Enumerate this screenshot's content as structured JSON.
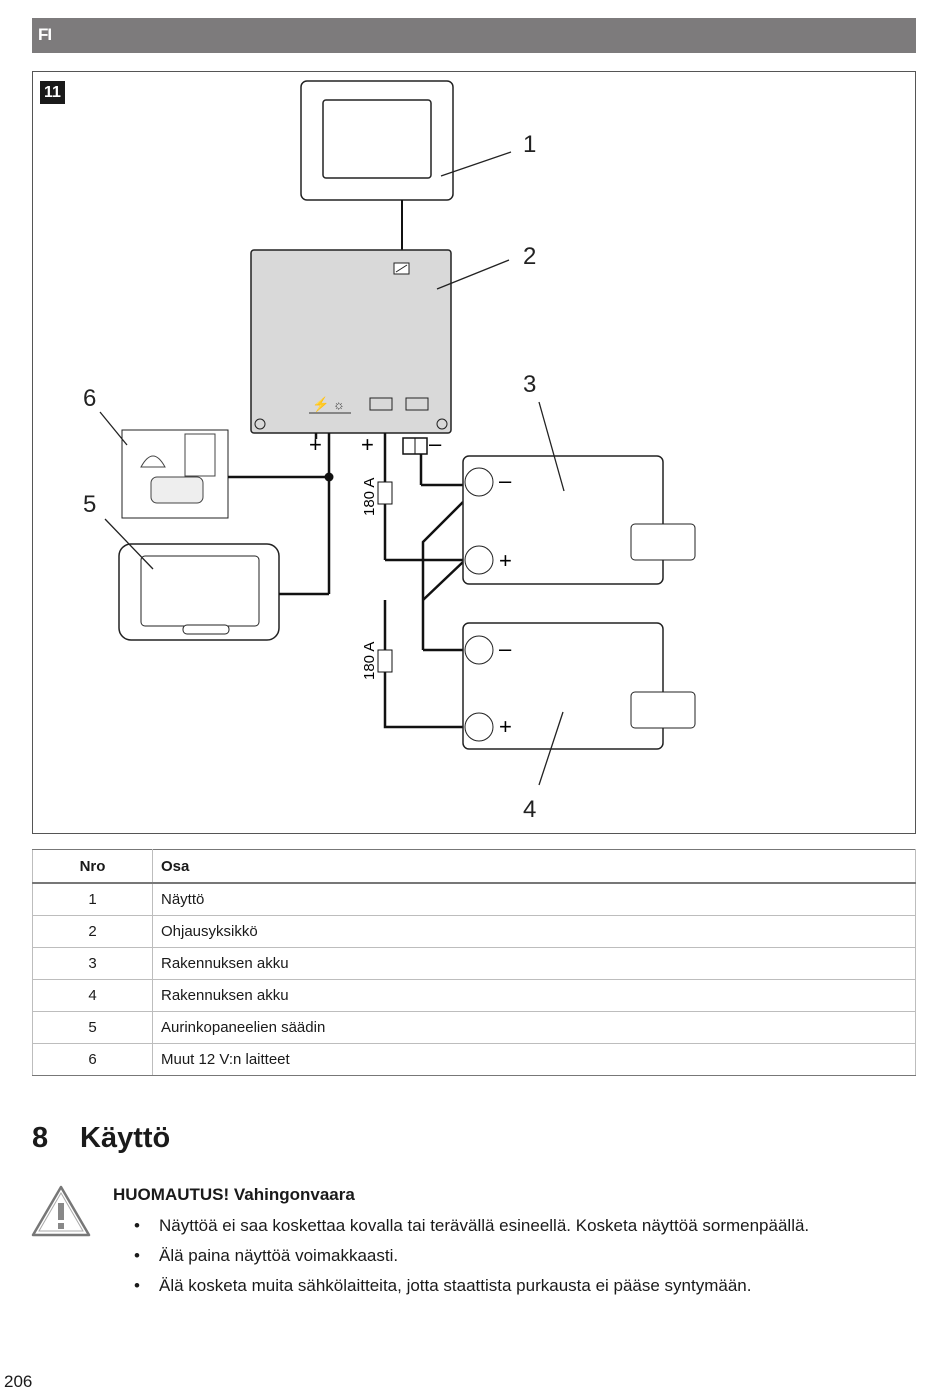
{
  "header": {
    "language": "FI"
  },
  "figure": {
    "number": "11",
    "callouts": [
      "1",
      "2",
      "3",
      "4",
      "5",
      "6"
    ],
    "fuse_label": "180 A",
    "plus_sign": "+",
    "minus_sign": "–"
  },
  "parts_table": {
    "headers": [
      "Nro",
      "Osa"
    ],
    "rows": [
      [
        "1",
        "Näyttö"
      ],
      [
        "2",
        "Ohjausyksikkö"
      ],
      [
        "3",
        "Rakennuksen akku"
      ],
      [
        "4",
        "Rakennuksen akku"
      ],
      [
        "5",
        "Aurinkopaneelien säädin"
      ],
      [
        "6",
        "Muut 12 V:n laitteet"
      ]
    ]
  },
  "section": {
    "number": "8",
    "title": "Käyttö"
  },
  "notice": {
    "title": "HUOMAUTUS! Vahingonvaara",
    "icon": "warning-triangle-icon",
    "items": [
      "Näyttöä ei saa koskettaa kovalla tai terävällä esineellä. Kosketa näyttöä sormenpäällä.",
      "Älä paina näyttöä voimakkaasti.",
      "Älä kosketa muita sähkölaitteita, jotta staattista purkausta ei pääse syntymään."
    ]
  },
  "page_number": "206"
}
